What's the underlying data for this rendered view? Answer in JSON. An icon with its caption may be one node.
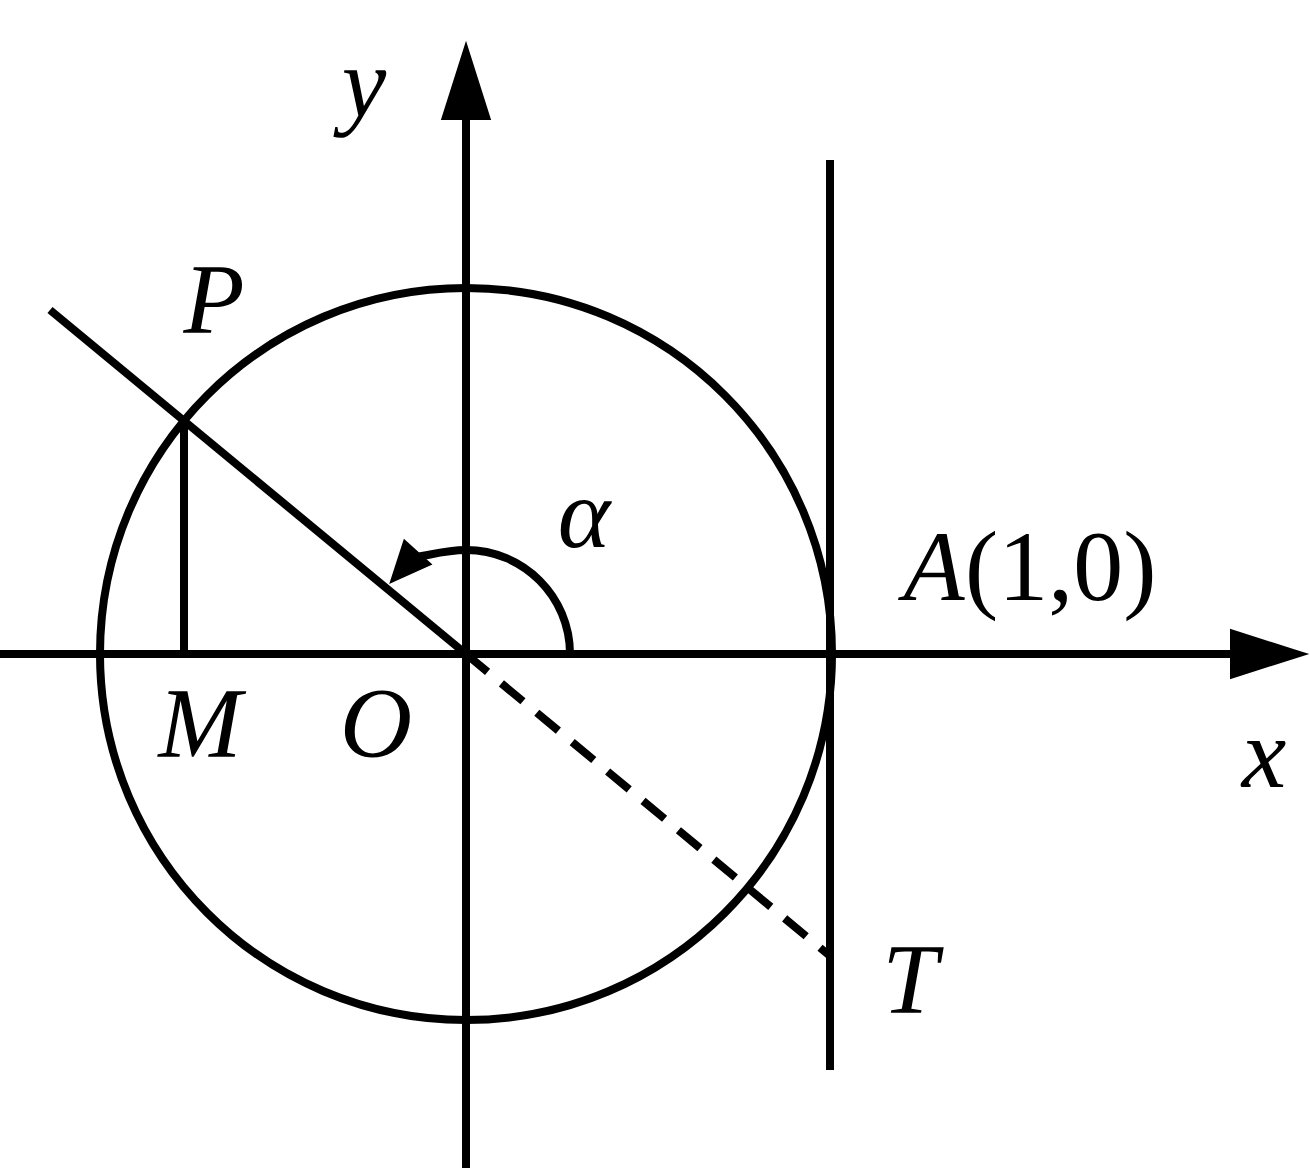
{
  "diagram": {
    "nodes": [
      {
        "text": [
          "P"
        ]
      },
      {
        "text": [
          "M"
        ]
      },
      {
        "text": [
          "O"
        ]
      },
      {
        "text": [
          "*A*(1,0)"
        ]
      },
      {
        "text": [
          "T"
        ]
      }
    ],
    "edges": [
      {
        "from": 0,
        "to": 1,
        "arrow": "none"
      },
      {
        "from": 2,
        "to": 0,
        "arrow": "none"
      },
      {
        "from": 2,
        "to": 4,
        "arrow": "none",
        "style": "dashed"
      }
    ],
    "labels": [
      "y",
      "x",
      "α"
    ]
  }
}
